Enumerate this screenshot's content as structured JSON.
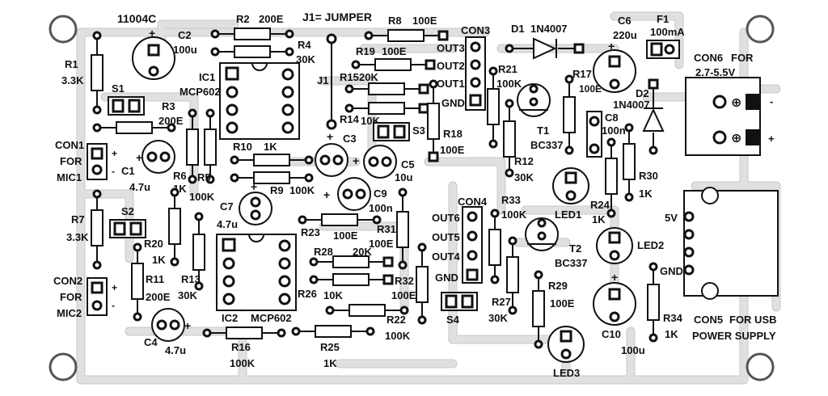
{
  "labels": {
    "ic_top": "11004C",
    "j1_title": "J1= JUMPER",
    "j1": "J1",
    "r1": "R1",
    "r1_val": "3.3K",
    "s1": "S1",
    "c2": "C2",
    "c2_val": "100u",
    "r2": "R2",
    "r2_val": "200E",
    "r4": "R4",
    "r4_val": "30K",
    "ic1": "IC1",
    "ic1_part": "MCP602",
    "r3": "R3",
    "r3_val": "200E",
    "con1": "CON1",
    "con1_for": "FOR",
    "con1_mic": "MIC1",
    "c1": "C1",
    "c1_val": "4.7u",
    "r6": "R6",
    "r6_val": "1K",
    "r5": "R5",
    "r5_val": "100K",
    "r10": "R10",
    "r10_val": "1K",
    "r9": "R9",
    "r9_val": "100K",
    "c3": "C3",
    "c5": "C5",
    "c5_val": "10u",
    "c9": "C9",
    "c9_val": "100n",
    "r8": "R8",
    "r8_val": "100E",
    "r19": "R19",
    "r19_val": "100E",
    "r15": "R15",
    "r15_val": "20K",
    "r14": "R14",
    "r14_val": "10K",
    "s3": "S3",
    "r18": "R18",
    "r18_val": "100E",
    "con3": "CON3",
    "out3": "OUT3",
    "out2": "OUT2",
    "out1": "OUT1",
    "gnd_con3": "GND",
    "r21": "R21",
    "r21_val": "100K",
    "d1": "D1",
    "d1_part": "1N4007",
    "r17": "R17",
    "r17_val": "100E",
    "t1": "T1",
    "t1_part": "BC337",
    "r12": "R12",
    "r12_val": "30K",
    "c6": "C6",
    "c6_val": "220u",
    "f1": "F1",
    "f1_val": "100mA",
    "d2": "D2",
    "d2_part": "1N4007",
    "c8": "C8",
    "c8_val": "100n",
    "con6": "CON6",
    "con6_for": "FOR",
    "con6_range": "2.7-5.5V",
    "minus": "-",
    "plus": "+",
    "led1": "LED1",
    "r24": "R24",
    "r24_val": "1K",
    "r30": "R30",
    "r30_val": "1K",
    "r7": "R7",
    "r7_val": "3.3K",
    "s2": "S2",
    "c7": "C7",
    "c7_val": "4.7u",
    "r20": "R20",
    "r20_val": "1K",
    "r11": "R11",
    "r11_val": "200E",
    "r13": "R13",
    "r13_val": "30K",
    "con2": "CON2",
    "con2_for": "FOR",
    "con2_mic": "MIC2",
    "c4": "C4",
    "c4_val": "4.7u",
    "ic2": "IC2",
    "ic2_part": "MCP602",
    "r16": "R16",
    "r16_val": "100K",
    "r25": "R25",
    "r25_val": "1K",
    "r23": "R23",
    "r23_val": "100E",
    "r31": "R31",
    "r31_val": "100E",
    "r28": "R28",
    "r28_val": "20K",
    "r26": "R26",
    "r26_val": "10K",
    "r32": "R32",
    "r32_val": "100E",
    "r22": "R22",
    "r22_val": "100K",
    "s4": "S4",
    "con4": "CON4",
    "out6": "OUT6",
    "out5": "OUT5",
    "out4": "OUT4",
    "gnd_con4": "GND",
    "r33": "R33",
    "r33_val": "100K",
    "r27": "R27",
    "r27_val": "30K",
    "r29": "R29",
    "r29_val": "100E",
    "led3": "LED3",
    "t2": "T2",
    "t2_part": "BC337",
    "led2": "LED2",
    "c10": "C10",
    "c10_val": "100u",
    "r34": "R34",
    "r34_val": "1K",
    "v5": "5V",
    "gnd_con5": "GND",
    "con5": "CON5",
    "con5_for": "FOR USB",
    "con5_desc": "POWER SUPPLY"
  }
}
